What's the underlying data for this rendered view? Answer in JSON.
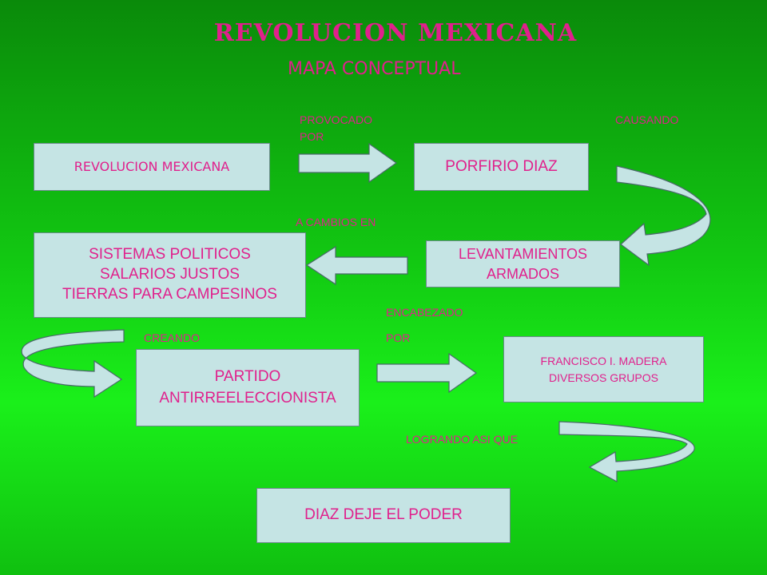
{
  "colors": {
    "text": "#e0208c",
    "box_fill": "#c5e4e4",
    "arrow_fill": "#c5e4e4",
    "arrow_stroke": "#4a6a6a",
    "bg_top": "#0a8a0a",
    "bg_mid": "#1af01a"
  },
  "header": {
    "title": "REVOLUCION MEXICANA",
    "subtitle": "MAPA CONCEPTUAL"
  },
  "nodes": {
    "revolucion": "REVOLUCION MEXICANA",
    "porfirio": "PORFIRIO DIAZ",
    "sistemas": "SISTEMAS POLITICOS\nSALARIOS JUSTOS\nTIERRAS PARA CAMPESINOS",
    "levantamientos": "LEVANTAMIENTOS\nARMADOS",
    "partido": "PARTIDO\nANTIRREELECCIONISTA",
    "madero": "FRANCISCO I. MADERA\nDIVERSOS GRUPOS",
    "diaz_poder": "DIAZ DEJE EL PODER"
  },
  "links": {
    "provocado": "PROVOCADO\nPOR",
    "causando": "CAUSANDO",
    "cambios": "A CAMBIOS EN",
    "encabezado": "ENCABEZADO\n\nPOR",
    "creando": "CREANDO",
    "logrando": "LOGRANDO ASI QUE"
  }
}
